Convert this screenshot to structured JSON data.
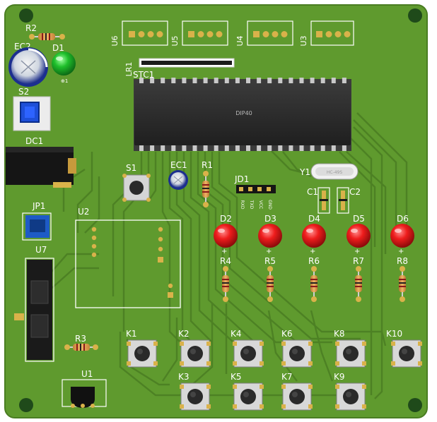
{
  "board": {
    "colors": {
      "pcb": "#5f9a2e",
      "silkscreen": "#ffffff",
      "trace": "#4f8426",
      "pad": "#d9b24a",
      "led_red": "#ee1c1c",
      "led_green": "#1fbf2b",
      "resistor": "#e3a04a",
      "button_cap": "#2a2a2a",
      "chip": "#2b2b2b",
      "jst": "#1e5bc6"
    },
    "labels": {
      "r2": "R2",
      "ec2": "EC2",
      "d1": "D1",
      "d1_pin": "⊕1",
      "s2": "S2",
      "dc1": "DC1",
      "jp1": "JP1",
      "u7": "U7",
      "r3": "R3",
      "u1": "U1",
      "u6": "U6",
      "u5": "U5",
      "u4": "U4",
      "u3": "U3",
      "lr1": "LR1",
      "stc1": "STC1",
      "dip40": "DIP40",
      "s1": "S1",
      "ec1": "EC1",
      "r1": "R1",
      "jd1": "JD1",
      "y1": "Y1",
      "crystal": "HC-49S",
      "c1": "C1",
      "c2": "C2",
      "u2": "U2",
      "d2": "D2",
      "d3": "D3",
      "d4": "D4",
      "d5": "D5",
      "d6": "D6",
      "r4": "R4",
      "r5": "R5",
      "r6": "R6",
      "r7": "R7",
      "r8": "R8",
      "k1": "K1",
      "k2": "K2",
      "k3": "K3",
      "k4": "K4",
      "k5": "K5",
      "k6": "K6",
      "k7": "K7",
      "k8": "K8",
      "k9": "K9",
      "k10": "K10",
      "jd1_pins": [
        "RXD",
        "TXD",
        "VCC",
        "GND"
      ],
      "plus": "+"
    }
  }
}
